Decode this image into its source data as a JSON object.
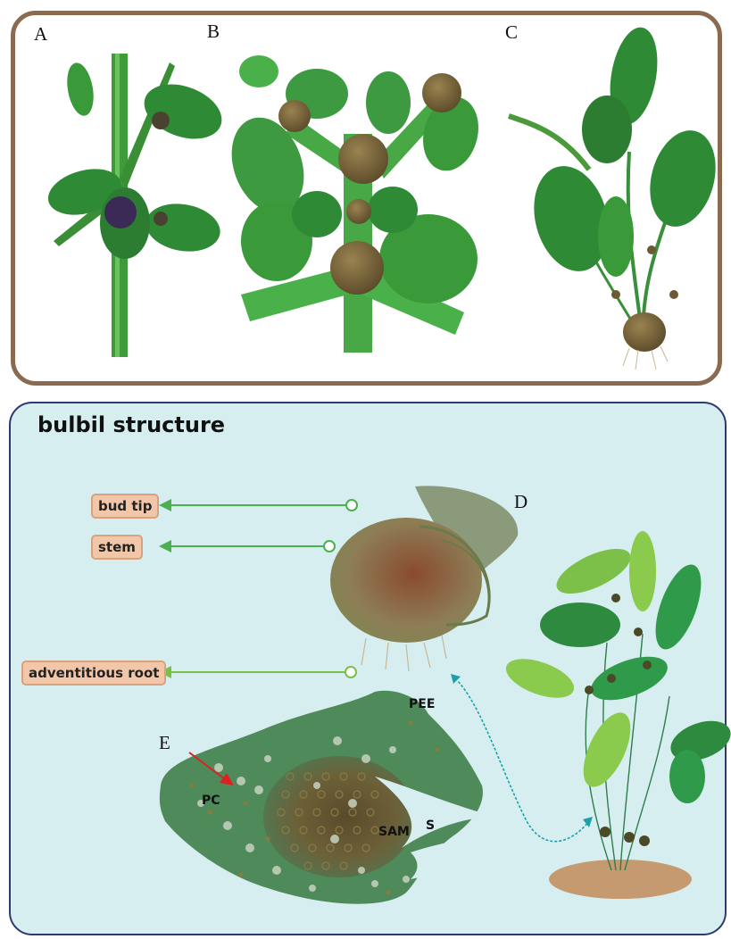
{
  "panel_labels": {
    "a": "A",
    "b": "B",
    "c": "C",
    "d": "D",
    "e": "E"
  },
  "title": "bulbil structure",
  "callouts": {
    "bud_tip": "bud tip",
    "stem": "stem",
    "adventitious_root": "adventitious root"
  },
  "section_labels": {
    "pee": "PEE",
    "pc": "PC",
    "sam": "SAM",
    "s": "S"
  },
  "colors": {
    "top_border": "#8a6a50",
    "bottom_border": "#2d3a6e",
    "bottom_bg": "#d7eef1",
    "tag_fill": "#f2c6a8",
    "arrow_green": "#4caf50",
    "curve_teal": "#1e9fa8",
    "red_arrow": "#e02020"
  }
}
